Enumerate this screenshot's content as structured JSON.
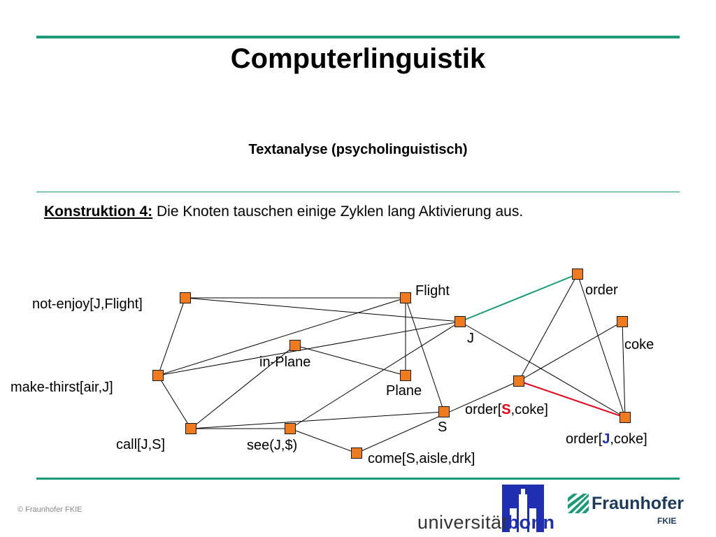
{
  "header": {
    "title": "Computerlinguistik",
    "subtitle": "Textanalyse (psycholinguistisch)"
  },
  "intro": {
    "lead": "Konstruktion 4:",
    "text": " Die Knoten tauschen einige Zyklen lang Aktivierung aus."
  },
  "colors": {
    "rule": "#1b9a78",
    "node_fill": "#f07a1e",
    "edge": "#000000",
    "edge_active_green": "#1b9a78",
    "edge_active_red": "#e3001b",
    "highlight_S": "#e3001b",
    "highlight_J": "#1f2fb0"
  },
  "nodes": [
    {
      "id": "not-enjoy",
      "label": "not-enjoy[J,Flight]"
    },
    {
      "id": "flight",
      "label": "Flight"
    },
    {
      "id": "order",
      "label": "order"
    },
    {
      "id": "J",
      "label": "J"
    },
    {
      "id": "coke",
      "label": "coke"
    },
    {
      "id": "in-plane",
      "label": "in-Plane"
    },
    {
      "id": "make-thirst",
      "label": "make-thirst[air,J]"
    },
    {
      "id": "plane",
      "label": "Plane"
    },
    {
      "id": "order-S",
      "label_prefix": "order[",
      "label_hl": "S",
      "label_suffix": ",coke]"
    },
    {
      "id": "S",
      "label": "S"
    },
    {
      "id": "order-J",
      "label_prefix": "order[",
      "label_hl": "J",
      "label_suffix": ",coke]"
    },
    {
      "id": "call",
      "label": "call[J,S]"
    },
    {
      "id": "see",
      "label": "see(J,$)"
    },
    {
      "id": "come",
      "label": "come[S,aisle,drk]"
    }
  ],
  "edges": [
    {
      "from": "not-enjoy",
      "to": "flight"
    },
    {
      "from": "not-enjoy",
      "to": "J"
    },
    {
      "from": "not-enjoy",
      "to": "make-thirst"
    },
    {
      "from": "flight",
      "to": "make-thirst"
    },
    {
      "from": "flight",
      "to": "plane"
    },
    {
      "from": "flight",
      "to": "S"
    },
    {
      "from": "J",
      "to": "make-thirst"
    },
    {
      "from": "J",
      "to": "see"
    },
    {
      "from": "J",
      "to": "order-J"
    },
    {
      "from": "J",
      "to": "order",
      "style": "active-green"
    },
    {
      "from": "in-plane",
      "to": "plane"
    },
    {
      "from": "in-plane",
      "to": "call"
    },
    {
      "from": "make-thirst",
      "to": "call"
    },
    {
      "from": "call",
      "to": "S"
    },
    {
      "from": "call",
      "to": "see"
    },
    {
      "from": "see",
      "to": "come"
    },
    {
      "from": "come",
      "to": "order-S"
    },
    {
      "from": "order",
      "to": "order-S"
    },
    {
      "from": "order",
      "to": "order-J"
    },
    {
      "from": "coke",
      "to": "order-S"
    },
    {
      "from": "coke",
      "to": "order-J"
    },
    {
      "from": "order-S",
      "to": "order-J",
      "style": "active-red"
    }
  ],
  "footer": {
    "copyright": "© Fraunhofer FKIE",
    "uni_logo_text_a": "universität",
    "uni_logo_text_b": "bonn",
    "fh_logo_name": "Fraunhofer",
    "fh_logo_sub": "FKIE"
  }
}
